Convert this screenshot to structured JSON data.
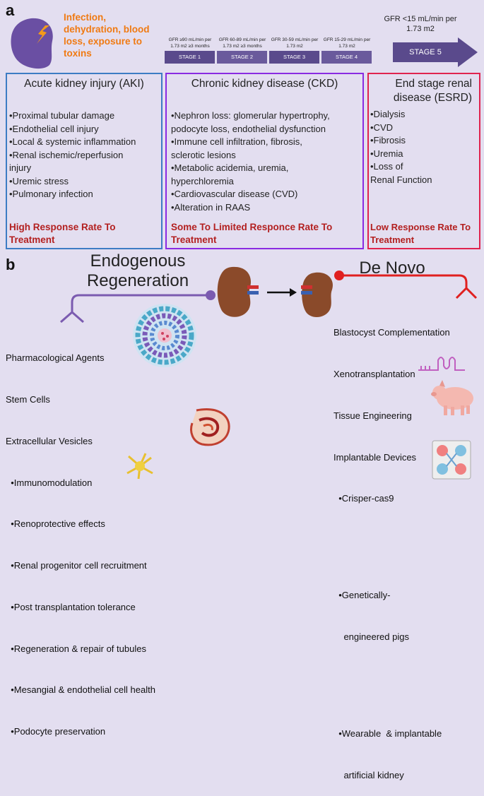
{
  "panel_a": {
    "letter": "a",
    "causes": [
      "Infection,",
      "dehydration, blood",
      "loss, exposure to",
      "toxins"
    ],
    "stages": [
      {
        "gfr": [
          "GFR ≥90 mL/min per",
          "1.73 m2 ≥3 months"
        ],
        "label": "STAGE 1"
      },
      {
        "gfr": [
          "GFR 60-89 mL/min per",
          "1.73 m2 ≥3 months"
        ],
        "label": "STAGE 2"
      },
      {
        "gfr": [
          "GFR 30-59 mL/min per",
          "1.73 m2"
        ],
        "label": "STAGE 3"
      },
      {
        "gfr": [
          "GFR 15-29 mL/min per",
          "1.73 m2"
        ],
        "label": "STAGE 4"
      }
    ],
    "stage5": {
      "gfr": [
        "GFR <15 mL/min per",
        "1.73 m2"
      ],
      "label": "STAGE 5"
    },
    "colors": {
      "aki": "#3d7cc4",
      "ckd": "#8a2be2",
      "esrd": "#e0234e",
      "stage": "#5a4a8c",
      "kidney": "#6a4fa3"
    },
    "aki": {
      "title": [
        "Acute kidney injury (AKI)"
      ],
      "items": [
        "•Proximal tubular damage",
        "•Endothelial cell injury",
        "•Local & systemic inflammation",
        "•Renal ischemic/reperfusion",
        "injury",
        "•Uremic stress",
        "•Pulmonary infection"
      ],
      "response": [
        "High Response Rate To",
        "Treatment"
      ]
    },
    "ckd": {
      "title": [
        "Chronic kidney disease (CKD)"
      ],
      "items": [
        "•Nephron loss: glomerular hypertrophy,",
        "podocyte loss, endothelial dysfunction",
        "•Immune cell infiltration, fibrosis,",
        "sclerotic lesions",
        "•Metabolic acidemia, uremia,",
        "hyperchloremia",
        "•Cardiovascular disease (CVD)",
        "•Alteration in RAAS"
      ],
      "response": [
        "Some To Limited Responce Rate To",
        "Treatment"
      ]
    },
    "esrd": {
      "title": [
        "End stage renal",
        "disease (ESRD)"
      ],
      "items": [
        "•Dialysis",
        "•CVD",
        "•Fibrosis",
        "•Uremia",
        "•Loss of",
        "Renal Function"
      ],
      "response": [
        "Low Response Rate To",
        "Treatment"
      ]
    }
  },
  "panel_b": {
    "letter": "b",
    "endogenous": {
      "title": [
        "Endogenous",
        "Regeneration"
      ],
      "items": [
        "Pharmacological Agents",
        "Stem Cells",
        "Extracellular Vesicles",
        "  •Immunomodulation",
        "  •Renoprotective effects",
        "  •Renal progenitor cell recruitment",
        "  •Post transplantation tolerance",
        "  •Regeneration & repair of tubules",
        "  •Mesangial & endothelial cell health",
        "  •Podocyte preservation"
      ]
    },
    "denovo": {
      "title": "De Novo",
      "items": [
        "Blastocyst Complementation",
        "Xenotransplantation",
        "Tissue Engineering",
        "Implantable Devices",
        "  •Crisper-cas9",
        "",
        "",
        "  •Genetically-",
        "    engineered pigs",
        "",
        "",
        "  •Wearable  & implantable",
        "    artificial kidney"
      ]
    },
    "colors": {
      "endogenous_line": "#7b5bb0",
      "denovo_line": "#e02020"
    }
  }
}
